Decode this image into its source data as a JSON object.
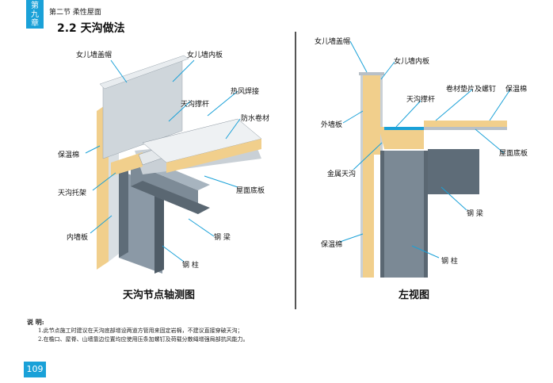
{
  "header": {
    "chapter_tab": [
      "第",
      "九",
      "章"
    ],
    "section": "第二节  柔性屋面",
    "title": "2.2  天沟做法"
  },
  "left_figure": {
    "caption": "天沟节点轴测图",
    "labels": {
      "parapet_cap": "女儿墙盖帽",
      "parapet_inner": "女儿墙内板",
      "gutter_strut": "天沟撑杆",
      "hot_air_weld": "热风焊接",
      "membrane": "防水卷材",
      "insulation": "保温棉",
      "gutter_bracket": "天沟托架",
      "roof_bottom": "屋面底板",
      "inner_panel": "内墙板",
      "steel_beam": "钢  梁",
      "steel_column": "钢  柱"
    }
  },
  "right_figure": {
    "caption": "左视图",
    "labels": {
      "parapet_cap": "女儿墙盖帽",
      "parapet_inner": "女儿墙内板",
      "pad_screw": "卷材垫片及螺钉",
      "gutter_strut": "天沟撑杆",
      "insulation_top": "保温棉",
      "outer_panel": "外墙板",
      "roof_bottom": "屋面底板",
      "metal_gutter": "金属天沟",
      "steel_beam": "钢  梁",
      "insulation_bottom": "保温棉",
      "steel_column": "钢  柱"
    }
  },
  "notes": {
    "head": "说  明:",
    "items": [
      "1.此节点施工时建议在天沟底部增设两道方管用来固定岩棉，不建议直接穿破天沟；",
      "2.在檐口、屋脊、山墙靠边位置均应使用压条加螺钉及荷载分散绳增强局部抗风能力。"
    ]
  },
  "page_number": "109",
  "colors": {
    "accent": "#1aa1d8",
    "insulation": "#f1cf8c",
    "steel": "#6d7d8a"
  }
}
